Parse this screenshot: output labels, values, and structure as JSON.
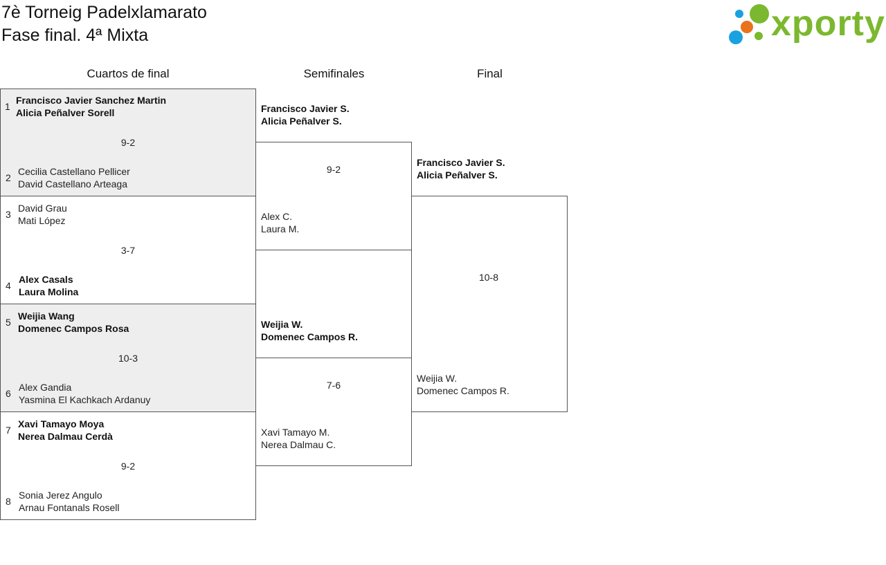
{
  "header": {
    "title_line1": "7è Torneig Padelxlamarato",
    "title_line2": "Fase final. 4ª Mixta"
  },
  "logo": {
    "text": "xporty",
    "colors": {
      "green": "#7cb82f",
      "blue": "#1aa1e0",
      "orange": "#e8731c"
    }
  },
  "rounds": {
    "quarters": "Cuartos de final",
    "semis": "Semifinales",
    "final": "Final"
  },
  "quarters": [
    {
      "seed_a": "1",
      "team_a": [
        "Francisco Javier Sanchez Martin",
        "Alicia Peñalver Sorell"
      ],
      "score": "9-2",
      "seed_b": "2",
      "team_b": [
        "Cecilia Castellano Pellicer",
        "David Castellano Arteaga"
      ]
    },
    {
      "seed_a": "3",
      "team_a": [
        "David Grau",
        "Mati López"
      ],
      "score": "3-7",
      "seed_b": "4",
      "team_b": [
        "Alex Casals",
        "Laura Molina"
      ]
    },
    {
      "seed_a": "5",
      "team_a": [
        "Weijia Wang",
        "Domenec Campos Rosa"
      ],
      "score": "10-3",
      "seed_b": "6",
      "team_b": [
        "Alex Gandia",
        "Yasmina El Kachkach Ardanuy"
      ]
    },
    {
      "seed_a": "7",
      "team_a": [
        "Xavi Tamayo Moya",
        "Nerea Dalmau Cerdà"
      ],
      "score": "9-2",
      "seed_b": "8",
      "team_b": [
        "Sonia Jerez Angulo",
        "Arnau Fontanals Rosell"
      ]
    }
  ],
  "semis": [
    {
      "team_a": [
        "Francisco Javier S.",
        "Alicia Peñalver S."
      ],
      "score": "9-2",
      "team_b": [
        "Alex C.",
        "Laura M."
      ]
    },
    {
      "team_a": [
        "Weijia W.",
        "Domenec Campos R."
      ],
      "score": "7-6",
      "team_b": [
        "Xavi Tamayo M.",
        "Nerea Dalmau C."
      ]
    }
  ],
  "final": {
    "team_a": [
      "Francisco Javier S.",
      "Alicia Peñalver S."
    ],
    "score": "10-8",
    "team_b": [
      "Weijia W.",
      "Domenec Campos R."
    ]
  }
}
